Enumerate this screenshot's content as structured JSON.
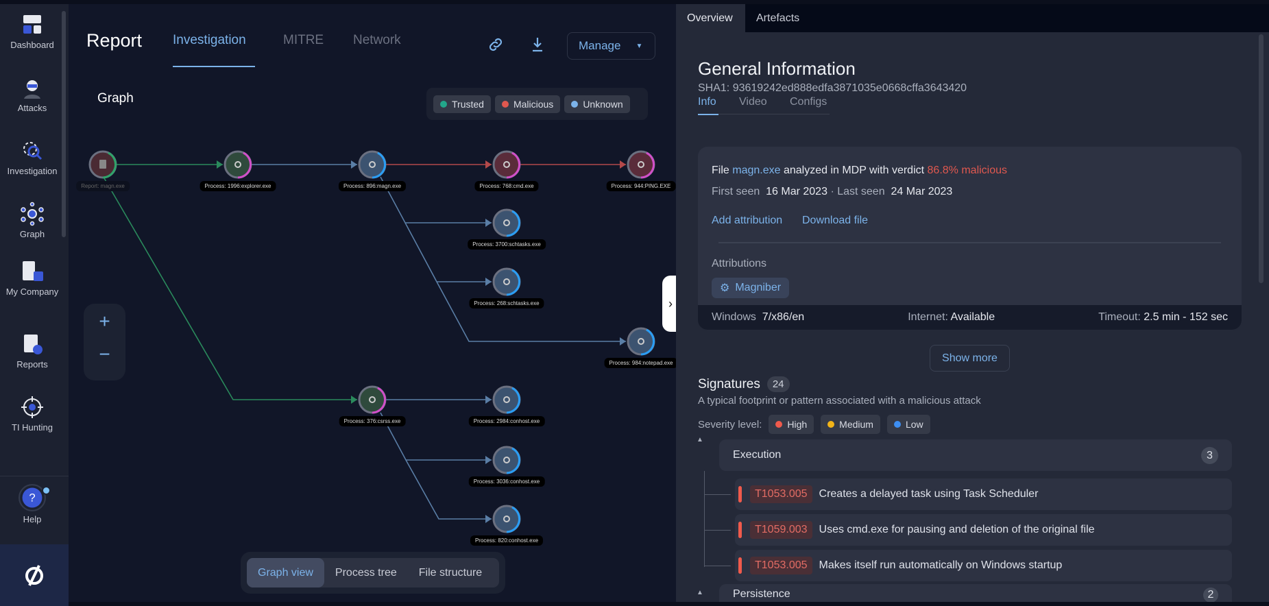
{
  "sidebar": {
    "items": [
      {
        "label": "Dashboard",
        "icon": "dashboard-icon"
      },
      {
        "label": "Attacks",
        "icon": "hacker-icon"
      },
      {
        "label": "Investigation",
        "icon": "magnifier-icon"
      },
      {
        "label": "Graph",
        "icon": "graph-icon"
      },
      {
        "label": "My Company",
        "icon": "building-icon"
      },
      {
        "label": "Reports",
        "icon": "report-icon"
      },
      {
        "label": "TI Hunting",
        "icon": "target-icon"
      }
    ],
    "help": "Help"
  },
  "header": {
    "title": "Report",
    "tabs": [
      "Investigation",
      "MITRE",
      "Network"
    ],
    "active_tab": "Investigation",
    "manage": "Manage"
  },
  "graph": {
    "title": "Graph",
    "legend": [
      {
        "label": "Trusted",
        "color": "#22a68a"
      },
      {
        "label": "Malicious",
        "color": "#e0584f"
      },
      {
        "label": "Unknown",
        "color": "#7cb3ea"
      }
    ],
    "nodes": [
      {
        "label": "Report: magn.exe",
        "type": "report"
      },
      {
        "label": "Process: 1996:explorer.exe",
        "type": "trusted"
      },
      {
        "label": "Process: 896:magn.exe",
        "type": "unknown"
      },
      {
        "label": "Process: 768:cmd.exe",
        "type": "malicious"
      },
      {
        "label": "Process: 944:PING.EXE",
        "type": "malicious"
      },
      {
        "label": "Process: 3700:schtasks.exe",
        "type": "unknown"
      },
      {
        "label": "Process: 268:schtasks.exe",
        "type": "unknown"
      },
      {
        "label": "Process: 984:notepad.exe",
        "type": "unknown"
      },
      {
        "label": "Process: 376:csrss.exe",
        "type": "trusted"
      },
      {
        "label": "Process: 2984:conhost.exe",
        "type": "unknown"
      },
      {
        "label": "Process: 3036:conhost.exe",
        "type": "unknown"
      },
      {
        "label": "Process: 820:conhost.exe",
        "type": "unknown"
      }
    ],
    "views": [
      "Graph view",
      "Process tree",
      "File structure"
    ],
    "active_view": "Graph view"
  },
  "panel": {
    "tabs": [
      "Overview",
      "Artefacts"
    ],
    "title": "General Information",
    "sha1": "SHA1: 93619242ed888edfa3871035e0668cffa3643420",
    "subtabs": [
      "Info",
      "Video",
      "Configs"
    ],
    "file_prefix": "File",
    "file_name": "magn.exe",
    "file_mid": "analyzed in MDP with verdict",
    "verdict": "86.8% malicious",
    "first_seen_label": "First seen",
    "first_seen": "16 Mar 2023",
    "last_seen_label": "· Last seen",
    "last_seen": "24 Mar 2023",
    "add_attribution": "Add attribution",
    "download_file": "Download file",
    "attributions_label": "Attributions",
    "attribution": "Magniber",
    "windows_label": "Windows",
    "windows": "7/x86/en",
    "internet_label": "Internet:",
    "internet": "Available",
    "timeout_label": "Timeout:",
    "timeout": "2.5 min - 152 sec",
    "show_more": "Show more",
    "signatures_title": "Signatures",
    "signatures_count": "24",
    "signatures_desc": "A typical footprint or pattern associated with a malicious attack",
    "severity_label": "Severity level:",
    "severity": [
      {
        "label": "High",
        "color": "#ef5a4c"
      },
      {
        "label": "Medium",
        "color": "#f2b418"
      },
      {
        "label": "Low",
        "color": "#3d8ef2"
      }
    ],
    "groups": [
      {
        "name": "Execution",
        "count": "3",
        "items": [
          {
            "code": "T1053.005",
            "text": "Creates a delayed task using Task Scheduler"
          },
          {
            "code": "T1059.003",
            "text": "Uses cmd.exe for pausing and deletion of the original file"
          },
          {
            "code": "T1053.005",
            "text": "Makes itself run automatically on Windows startup"
          }
        ]
      },
      {
        "name": "Persistence",
        "count": "2"
      }
    ]
  }
}
